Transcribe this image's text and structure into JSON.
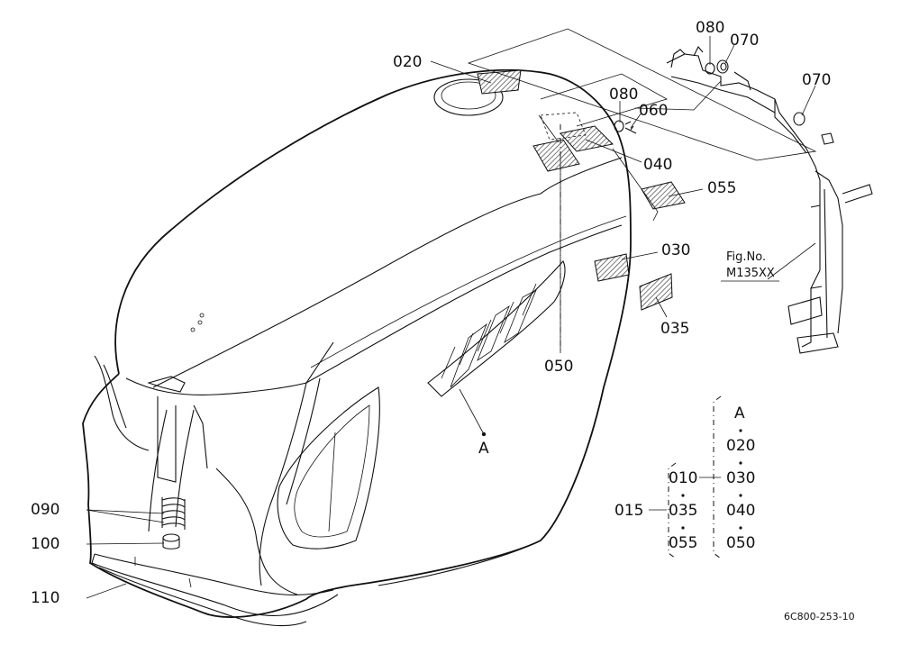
{
  "labels": {
    "p020": "020",
    "p080a": "080",
    "p070a": "070",
    "p070b": "070",
    "p080b": "080",
    "p060": "060",
    "p040": "040",
    "p055": "055",
    "p030": "030",
    "p035": "035",
    "p050": "050",
    "pA": "A",
    "p090": "090",
    "p100": "100",
    "p110": "110"
  },
  "fig_ref": {
    "line1": "Fig.No.",
    "line2": "M135XX"
  },
  "legend": {
    "group_a_header": "A",
    "group_a_items": [
      "020",
      "030",
      "040",
      "050"
    ],
    "group_b_items": [
      "010",
      "035",
      "055"
    ],
    "group_b_prefix": "015"
  },
  "drawing_code": "6C800-253-10"
}
